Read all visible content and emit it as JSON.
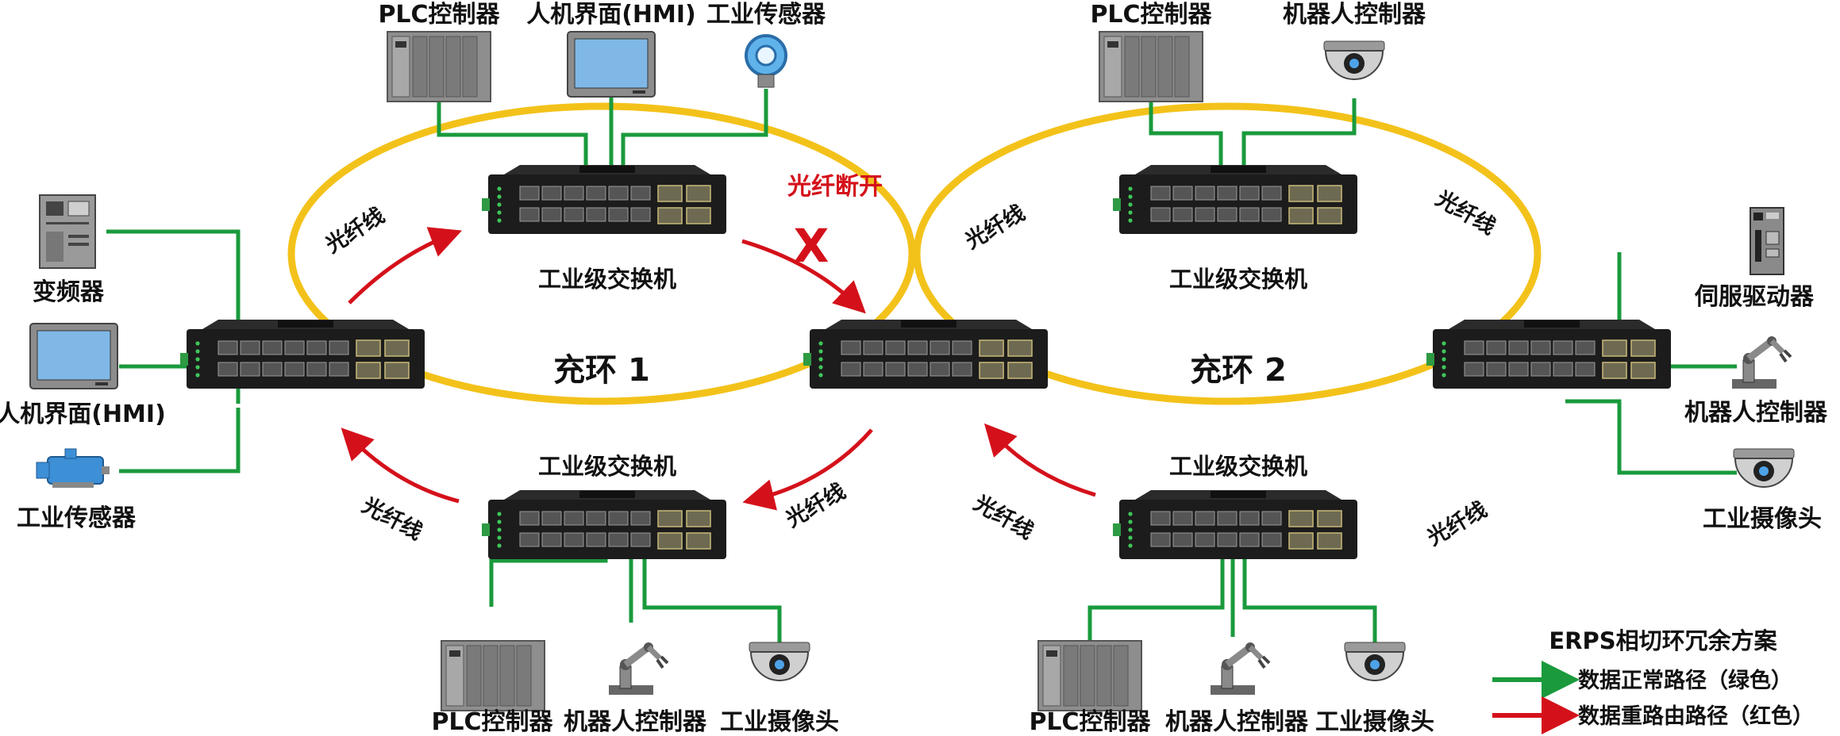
{
  "colors": {
    "ring": "#f3c21a",
    "normal_path": "#1a9a3c",
    "reroute_path": "#d4111b",
    "switch_body": "#1c1c1c",
    "device_gray": "#8a8a8a"
  },
  "rings": {
    "ring1_label": "充环 1",
    "ring2_label": "充环 2"
  },
  "fiber_label": "光纤线",
  "break_label": "光纤断开",
  "break_mark": "X",
  "switch_label": "工业级交换机",
  "ring1_top_devices": [
    {
      "label": "PLC控制器",
      "icon": "plc-icon"
    },
    {
      "label": "人机界面(HMI)",
      "icon": "hmi-icon"
    },
    {
      "label": "工业传感器",
      "icon": "sensor-icon"
    }
  ],
  "ring1_left_devices": [
    {
      "label": "变频器",
      "icon": "inverter-icon"
    },
    {
      "label": "人机界面(HMI)",
      "icon": "hmi-icon"
    },
    {
      "label": "工业传感器",
      "icon": "motor-sensor-icon"
    }
  ],
  "ring1_bottom_devices": [
    {
      "label": "PLC控制器",
      "icon": "plc-icon"
    },
    {
      "label": "机器人控制器",
      "icon": "robot-arm-icon"
    },
    {
      "label": "工业摄像头",
      "icon": "camera-icon"
    }
  ],
  "ring2_top_devices": [
    {
      "label": "PLC控制器",
      "icon": "plc-icon"
    },
    {
      "label": "机器人控制器",
      "icon": "camera-icon"
    }
  ],
  "ring2_right_devices": [
    {
      "label": "伺服驱动器",
      "icon": "servo-drive-icon"
    },
    {
      "label": "机器人控制器",
      "icon": "robot-arm-icon"
    },
    {
      "label": "工业摄像头",
      "icon": "camera-icon"
    }
  ],
  "ring2_bottom_devices": [
    {
      "label": "PLC控制器",
      "icon": "plc-icon"
    },
    {
      "label": "机器人控制器",
      "icon": "robot-arm-icon"
    },
    {
      "label": "工业摄像头",
      "icon": "camera-icon"
    }
  ],
  "legend": {
    "title": "ERPS相切环冗余方案",
    "normal": "数据正常路径（绿色）",
    "reroute": "数据重路由路径（红色）"
  }
}
